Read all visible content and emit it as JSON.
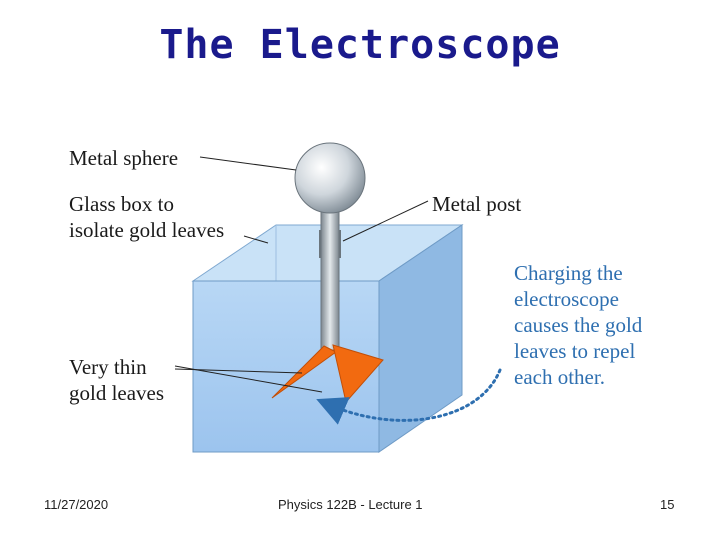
{
  "slide": {
    "title": "The Electroscope",
    "figure_labels": {
      "metal_sphere": "Metal sphere",
      "glass_box_line1": "Glass box to",
      "glass_box_line2": "isolate gold leaves",
      "metal_post": "Metal post",
      "gold_leaves_line1": "Very thin",
      "gold_leaves_line2": "gold leaves",
      "charging_line1": "Charging the",
      "charging_line2": "electroscope",
      "charging_line3": "causes the gold",
      "charging_line4": "leaves to repel",
      "charging_line5": "each other."
    },
    "colors": {
      "title": "#1a1a8c",
      "glass_front": "#a9cdf2",
      "glass_top": "#c9e2f7",
      "glass_side": "#8fb9e3",
      "gold_leaves": "#f26a10",
      "annotation": "#2e6fb0"
    }
  },
  "footer": {
    "date": "11/27/2020",
    "course": "Physics 122B  -  Lecture 1",
    "page": "15"
  }
}
